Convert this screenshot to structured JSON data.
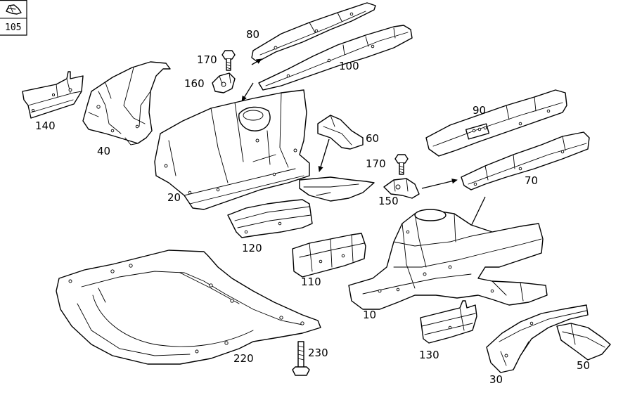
{
  "page_ref": "105",
  "callouts": {
    "c10": "10",
    "c20": "20",
    "c30": "30",
    "c40": "40",
    "c50": "50",
    "c60": "60",
    "c70": "70",
    "c80": "80",
    "c90": "90",
    "c100": "100",
    "c110": "110",
    "c120": "120",
    "c130": "130",
    "c140": "140",
    "c150": "150",
    "c160": "160",
    "c170a": "170",
    "c170b": "170",
    "c220": "220",
    "c230": "230"
  }
}
